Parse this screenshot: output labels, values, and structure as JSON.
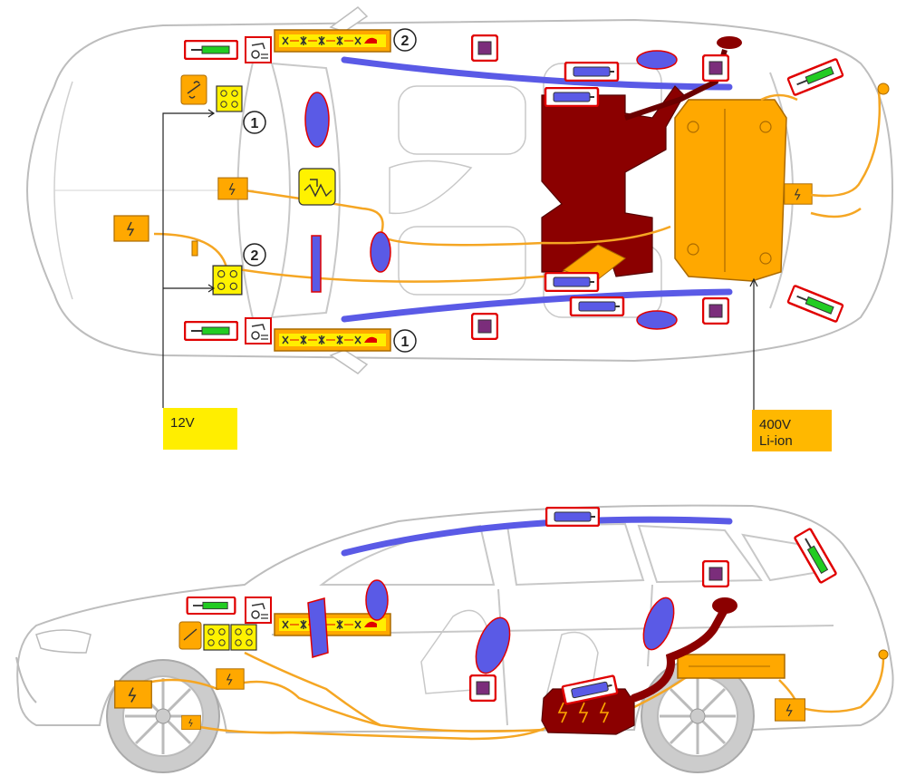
{
  "labels": {
    "battery_12v": "12V",
    "battery_400v_line1": "400V",
    "battery_400v_line2": "Li-ion"
  },
  "markers": {
    "one": "1",
    "two": "2"
  },
  "colors": {
    "outline": "#bdbdbd",
    "hv_orange": "#ffa800",
    "hv_cable": "#f5a623",
    "lv_yellow": "#fff200",
    "fuel_dark_red": "#8b0000",
    "airbag_blue": "#5a5ae6",
    "sensor_purple": "#7b2d7b",
    "alert_red": "#e00000",
    "strut_green": "#22aa22"
  }
}
